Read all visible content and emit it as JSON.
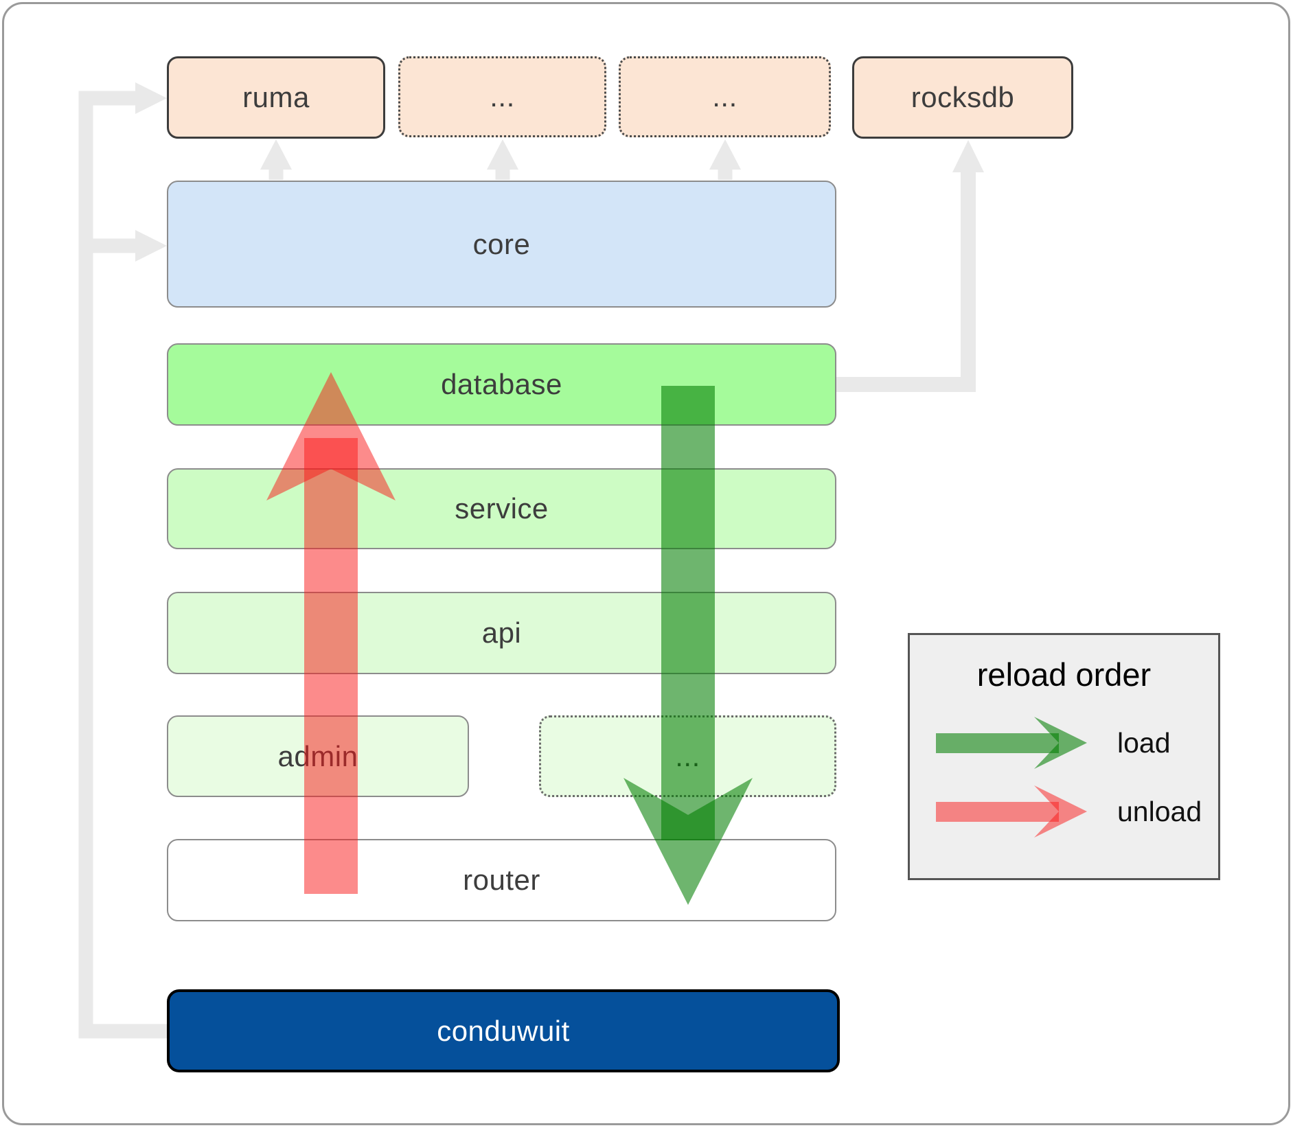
{
  "diagram_title": "conduwuit architecture reload order diagram",
  "nodes": {
    "ruma": {
      "label": "ruma",
      "fill": "#fce5d4"
    },
    "dots1": {
      "label": "...",
      "fill": "#fce5d4"
    },
    "dots2": {
      "label": "...",
      "fill": "#fce5d4"
    },
    "rocksdb": {
      "label": "rocksdb",
      "fill": "#fce5d4"
    },
    "core": {
      "label": "core",
      "fill": "#d3e5f8"
    },
    "database": {
      "label": "database",
      "fill": "#a5fb9b"
    },
    "service": {
      "label": "service",
      "fill": "#cdfcc4"
    },
    "api": {
      "label": "api",
      "fill": "#defbd7"
    },
    "admin": {
      "label": "admin",
      "fill": "#e9fce3"
    },
    "dots3": {
      "label": "...",
      "fill": "#e9fce3"
    },
    "router": {
      "label": "router",
      "fill": "#ffffff"
    },
    "conduwuit": {
      "label": "conduwuit",
      "fill": "#05509b"
    }
  },
  "legend": {
    "title": "reload order",
    "items": [
      {
        "label": "load",
        "arrow": "green-right-arrow"
      },
      {
        "label": "unload",
        "arrow": "red-right-arrow"
      }
    ]
  },
  "arrows": {
    "load_direction": "down",
    "unload_direction": "up"
  },
  "colors": {
    "connector": "#e9e9e9",
    "load_arrow": "rgba(0,124,0,0.57)",
    "unload_arrow": "rgba(249,23,23,0.5)",
    "legend_bg": "#efefef",
    "conduwuit_blue": "#05509b",
    "database_green": "#a5fb9b",
    "core_blue": "#d3e5f8",
    "peach": "#fce5d4"
  }
}
